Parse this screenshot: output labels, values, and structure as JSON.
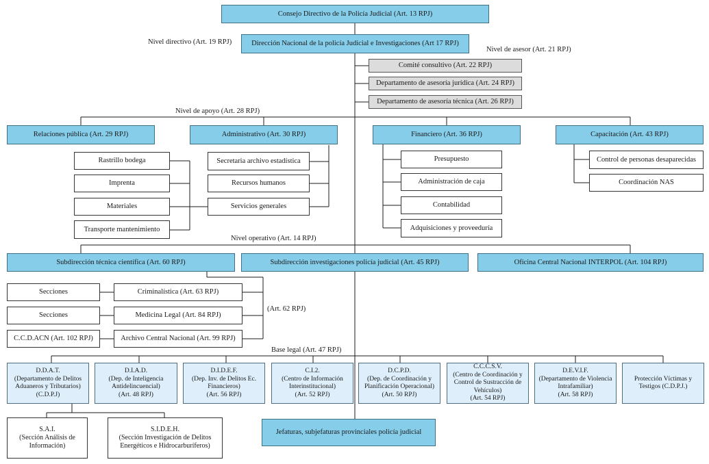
{
  "colors": {
    "main_fill": "#86cdea",
    "advisory_fill": "#dcdcdc",
    "unit_fill": "#deeefa"
  },
  "top": {
    "consejo": "Consejo Directivo de la Policía Judicial (Art. 13 RPJ)",
    "direccion": "Dirección Nacional de la policía Judicial e Investigaciones (Art 17 RPJ)"
  },
  "levels": {
    "directivo": "Nivel directivo (Art. 19 RPJ)",
    "asesor": "Nivel de asesor (Art. 21 RPJ)",
    "apoyo": "Nivel de apoyo (Art. 28 RPJ)",
    "operativo": "Nivel operativo (Art. 14 RPJ)",
    "base_legal": "Base legal (Art. 47 RPJ)"
  },
  "asesor": [
    "Comité consultivo (Art. 22 RPJ)",
    "Departamento de asesoría jurídica (Art. 24 RPJ)",
    "Departamento de asesoría técnica (Art. 26 RPJ)"
  ],
  "apoyo": {
    "relaciones": "Relaciones pública (Art. 29 RPJ)",
    "administrativo": "Administrativo (Art. 30 RPJ)",
    "financiero": "Financiero (Art. 36 RPJ)",
    "capacitacion": "Capacitación (Art. 43 RPJ)",
    "rp_items": [
      "Rastrillo bodega",
      "Imprenta",
      "Materiales",
      "Transporte mantenimiento"
    ],
    "adm_items": [
      "Secretaria archivo estadística",
      "Recursos humanos",
      "Servicios generales"
    ],
    "fin_items": [
      "Presupuesto",
      "Administración de caja",
      "Contabilidad",
      "Adquisiciones y proveeduría"
    ],
    "cap_items": [
      "Control de personas desaparecidas",
      "Coordinación NAS"
    ]
  },
  "operativo": {
    "tecnica": "Subdirección técnica científica (Art. 60 RPJ)",
    "investigaciones": "Subdirección investigaciones policía judicial (Art. 45 RPJ)",
    "interpol": "Oficina Central Nacional INTERPOL (Art. 104 RPJ)",
    "tec_left": [
      "Secciones",
      "Secciones",
      "C.C.D.ACN (Art. 102 RPJ)"
    ],
    "tec_right": [
      "Criminalística (Art. 63 RPJ)",
      "Medicina Legal (Art. 84 RPJ)",
      "Archivo Central Nacional (Art. 99 RPJ)"
    ],
    "art62": "(Art. 62 RPJ)"
  },
  "units": [
    "D.D.A.T.\n(Departamento de Delitos Aduaneros y Tributarios)\n(C.D.P.J)",
    "D.I.A.D.\n(Dep. de Inteligencia Antidelincuencial)\n(Art. 48 RPJ)",
    "D.I.D.E.F.\n(Dep. Inv. de Delitos Ec. Financieros)\n(Art. 56 RPJ)",
    "C.I.2.\n(Centro de Información Interinstitucional)\n(Art. 52 RPJ)",
    "D.C.P.D.\n(Dep. de Coordinación y Planificación Operacional)\n(Art. 50 RPJ)",
    "C.C.C.S.V.\n(Centro de Coordinación y Control de Sustracción de Vehículos)\n(Art. 54 RPJ)",
    "D.E.V.I.F.\n(Departamento de Violencia Intrafamiliar)\n(Art. 58 RPJ)",
    "Protección Víctimas y Testigos (C.D.P.J.)"
  ],
  "sub_units": [
    "S.A.I.\n(Sección Análisis de Información)",
    "S.I.D.E.H.\n(Sección Investigación de Delitos Energéticos e Hidrocarburíferos)"
  ],
  "jefaturas": "Jefaturas, subjefaturas provinciales policía judicial"
}
